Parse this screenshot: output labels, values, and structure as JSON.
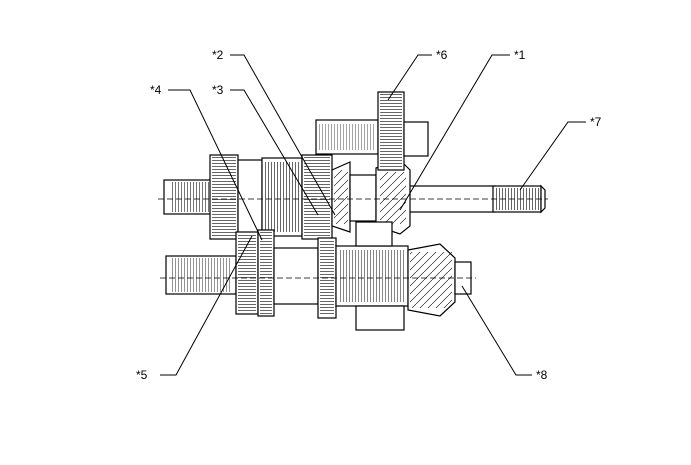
{
  "diagram": {
    "labels": [
      {
        "id": "c1",
        "text": "*1"
      },
      {
        "id": "c2",
        "text": "*2"
      },
      {
        "id": "c3",
        "text": "*3"
      },
      {
        "id": "c4",
        "text": "*4"
      },
      {
        "id": "c5",
        "text": "*5"
      },
      {
        "id": "c6",
        "text": "*6"
      },
      {
        "id": "c7",
        "text": "*7"
      },
      {
        "id": "c8",
        "text": "*8"
      }
    ]
  }
}
